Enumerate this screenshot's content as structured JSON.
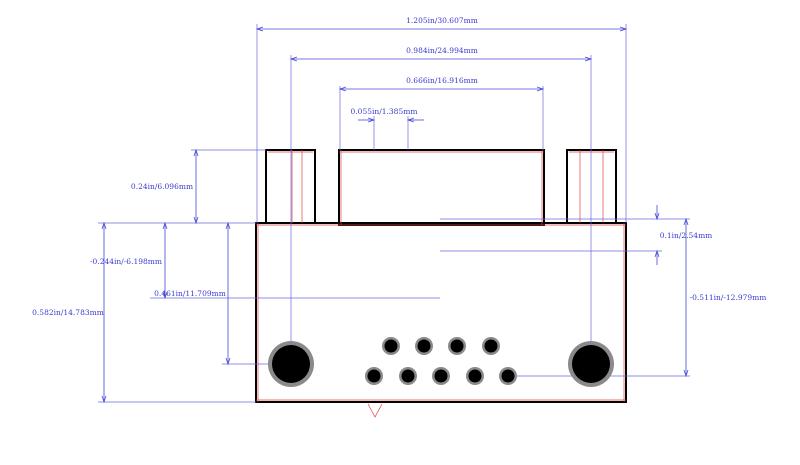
{
  "dimensions": {
    "overall_width": "1.205in/30.607mm",
    "mount_hole_spacing": "0.984in/24.994mm",
    "shell_width": "0.666in/16.916mm",
    "pin_pitch": "0.055in/1.385mm",
    "shell_height": "0.24in/6.096mm",
    "row_pitch": "0.1in/2.54mm",
    "offset_neg": "-0.244in/-6.198mm",
    "origin_to_hole": "0.461in/11.709mm",
    "total_depth": "0.582in/14.783mm",
    "right_offset": "-0.511in/-12.979mm"
  },
  "pins": {
    "top_row_count": 4,
    "bottom_row_count": 5,
    "mount_holes": 2
  },
  "colors": {
    "dimension": "#3a3ad0",
    "outline": "#000000",
    "silk": "#e04040",
    "pad": "#8a8a8a"
  }
}
